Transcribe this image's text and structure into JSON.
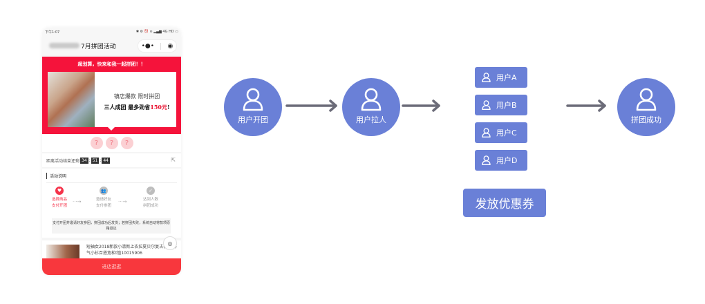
{
  "phone": {
    "status_time": "下午1:07",
    "status_icons": "✱ ⚙ ⏰ ≋ ▂▄▆ 4G HD ▭",
    "nav_title": "7月拼团活动",
    "capsule_more": "•●•",
    "capsule_close": "◉",
    "banner_title": "超划算，快来和我一起拼团！！",
    "card_line1": "镇店爆款 限时拼团",
    "card_line2_prefix": "三人成团 最多劲省",
    "card_line2_amount": "150元",
    "card_line2_suffix": "!",
    "placeholder_avatar": "?",
    "countdown_label": "距离活动结束还剩",
    "countdown": [
      "34",
      "51",
      "44"
    ],
    "countdown_sep": ":",
    "share_icon": "⇱",
    "section_title": "活动说明",
    "steps": [
      {
        "icon": "♥",
        "line1": "选择商品",
        "line2": "支付开团",
        "color": "#f5334a"
      },
      {
        "icon": "👥",
        "line1": "邀请好友",
        "line2": "支付参团",
        "color": "#bdbdbd"
      },
      {
        "icon": "✓",
        "line1": "达到人数",
        "line2": "拼团成功",
        "color": "#bdbdbd"
      }
    ],
    "step_arrow": "···→",
    "note": "支付开团并邀请好友参团，拼团成功后发货；若拼团失败，系统自动将款项原路退还",
    "product_text": "短袖女2018新款小清新上衣拉夏贝尔复古裤 带洋气小衫百搭宽松t恤10015906",
    "cs_icon": "◎",
    "enter_button": "进店逛逛"
  },
  "flow": {
    "nodes": [
      {
        "label": "用户开团"
      },
      {
        "label": "用户拉人"
      },
      {
        "label": "拼团成功"
      }
    ],
    "users": [
      "用户A",
      "用户B",
      "用户C",
      "用户D"
    ],
    "coupon_label": "发放优惠券",
    "colors": {
      "node": "#6a80d7",
      "arrow": "#6b6b78",
      "brand_red": "#f5133b"
    }
  }
}
